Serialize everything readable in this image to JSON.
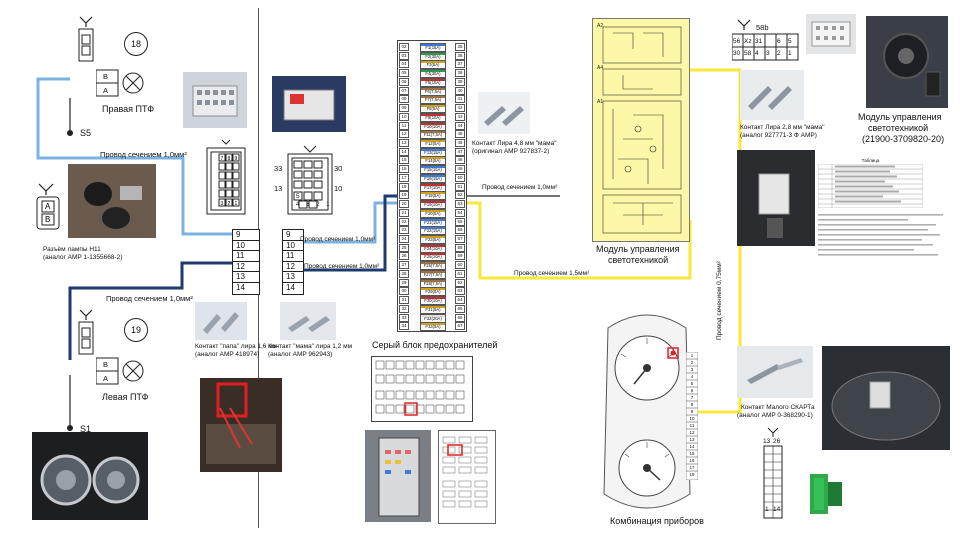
{
  "left_panel": {
    "connector_number_top": "18",
    "connector_number_bottom": "19",
    "right_fog_label": "Правая ПТФ",
    "left_fog_label": "Левая ПТФ",
    "ground_top": "S5",
    "ground_bottom": "S1",
    "pin_b": "B",
    "pin_a": "A",
    "wire_top_label": "Провод сечением 1,0мм²",
    "wire_bottom_label": "Провод сечением 1,0мм²",
    "lamp_connector_label": "Разъём лампы H11",
    "lamp_connector_analog": "(аналог AMP 1-1355668-2)",
    "pin_table_left": [
      "9",
      "10",
      "11",
      "12",
      "13",
      "14"
    ],
    "contact_male_label": "Контакт \"папа\" лира 1,6 мм",
    "contact_male_analog": "(аналог AMP 418974)",
    "connector_grid": [
      "7",
      "8",
      "9",
      "",
      "",
      "",
      "",
      "",
      "",
      "3",
      "2",
      "1"
    ]
  },
  "middle_panel": {
    "conn_pin_33": "33",
    "conn_pin_30": "30",
    "conn_pin_13": "13",
    "conn_pin_10": "10",
    "conn_pins_lower": [
      "5",
      "4",
      "3",
      "2",
      "1"
    ],
    "pin_table_right": [
      "9",
      "10",
      "11",
      "12",
      "13",
      "14"
    ],
    "wire_upper_label": "Провод сечением 1,0мм²",
    "wire_lower_label": "Провод сечением 1,0мм²",
    "contact_female_label": "Контакт \"мама\" лира 1,2 мм",
    "contact_female_analog": "(аналог AMP 962943)"
  },
  "fuse_block": {
    "title": "Серый блок предохранителей",
    "wire_to_module_label": "Провод сечением 1,0мм²",
    "contact_label": "Контакт Лира 4,8 мм \"мама\"",
    "contact_original": "(оригинал AMP 927837-2)",
    "left_pins": [
      "02",
      "03",
      "04",
      "05",
      "06",
      "07",
      "08",
      "09",
      "10",
      "11",
      "12",
      "13",
      "14",
      "15",
      "16",
      "17",
      "18",
      "19",
      "20",
      "21",
      "22",
      "23",
      "24",
      "25",
      "26",
      "27",
      "28",
      "29",
      "30",
      "31",
      "32",
      "33",
      "34"
    ],
    "right_pins": [
      "35",
      "36",
      "37",
      "38",
      "39",
      "40",
      "41",
      "42",
      "43",
      "44",
      "45",
      "46",
      "47",
      "48",
      "49",
      "50",
      "51",
      "52",
      "53",
      "54",
      "55",
      "56",
      "57",
      "58",
      "59",
      "60",
      "61",
      "62",
      "63",
      "64",
      "65",
      "66",
      "67"
    ],
    "fuses": [
      "F1(15A)",
      "F2(30A)",
      "F3(5A)",
      "F4(30A)",
      "F5(10A)",
      "F6(7,5A)",
      "F7(7,5A)",
      "F8(5A)",
      "F9(10A)",
      "F10(10A)",
      "F11(7,5A)",
      "F12(5A)",
      "F13(15A)",
      "F14(5A)",
      "F15(15A)",
      "F16(15A)",
      "F17(10A)",
      "F18(5A)",
      "F19(10A)",
      "F20(5A)",
      "F21(15A)",
      "F22(15A)",
      "F23(5A)",
      "F24(10A)",
      "F25(10A)",
      "F26(7,5A)",
      "F27(7,5A)",
      "F28(7,5A)",
      "F29(5A)",
      "F30(10A)",
      "F31(5A)",
      "F32(20A)",
      "F33(5A)"
    ],
    "fuse_colors": [
      "#3a7dd8",
      "#2e9d4b",
      "#d0a020",
      "#2e9d4b",
      "#c03030",
      "#a07040",
      "#a07040",
      "#d0a020",
      "#c03030",
      "#c03030",
      "#a07040",
      "#d0a020",
      "#3a7dd8",
      "#d0a020",
      "#3a7dd8",
      "#3a7dd8",
      "#c03030",
      "#d0a020",
      "#c03030",
      "#d0a020",
      "#3a7dd8",
      "#3a7dd8",
      "#d0a020",
      "#c03030",
      "#c03030",
      "#a07040",
      "#a07040",
      "#a07040",
      "#d0a020",
      "#c03030",
      "#d0a020",
      "#e0e0e0",
      "#d0a020"
    ]
  },
  "module": {
    "title_line1": "Модуль управления",
    "title_line2": "светотехникой",
    "wire_yellow_label": "Провод сечением 1,5мм²",
    "wire_vertical_label": "Провод сечением 0,75мм²",
    "connector_label": "58b",
    "connector_top_row": [
      "56",
      "Xz",
      "31",
      "",
      "6",
      "5"
    ],
    "connector_bottom_row": [
      "30",
      "58",
      "4",
      "3",
      "2",
      "1"
    ],
    "contact_label": "Контакт Лира 2,8 мм \"мама\"",
    "contact_analog": "(аналог 927771-3 Ф AMP)",
    "photo_title_line1": "Модуль управления",
    "photo_title_line2": "светотехникой",
    "photo_title_line3": "(21900-3709820-20)",
    "side_pins": [
      "A2",
      "A4",
      "A1"
    ],
    "legend_header": "Таблица"
  },
  "cluster": {
    "title": "Комбинация приборов",
    "contact_label": "Контакт Малого СКАРТа",
    "contact_analog": "(аналог AMP 0-368290-1)",
    "conn_pins": [
      "13",
      "26",
      "1",
      "14"
    ],
    "pin_numbers": [
      "1",
      "2",
      "3",
      "4",
      "5",
      "6",
      "7",
      "8",
      "9",
      "10",
      "11",
      "12",
      "13",
      "14",
      "15",
      "16",
      "17",
      "18"
    ]
  },
  "colors": {
    "wire_blue_light": "#7ab3e0",
    "wire_blue_dark": "#1f3a6e",
    "wire_yellow": "#f7e83a",
    "module_fill": "#fdf7a8"
  }
}
